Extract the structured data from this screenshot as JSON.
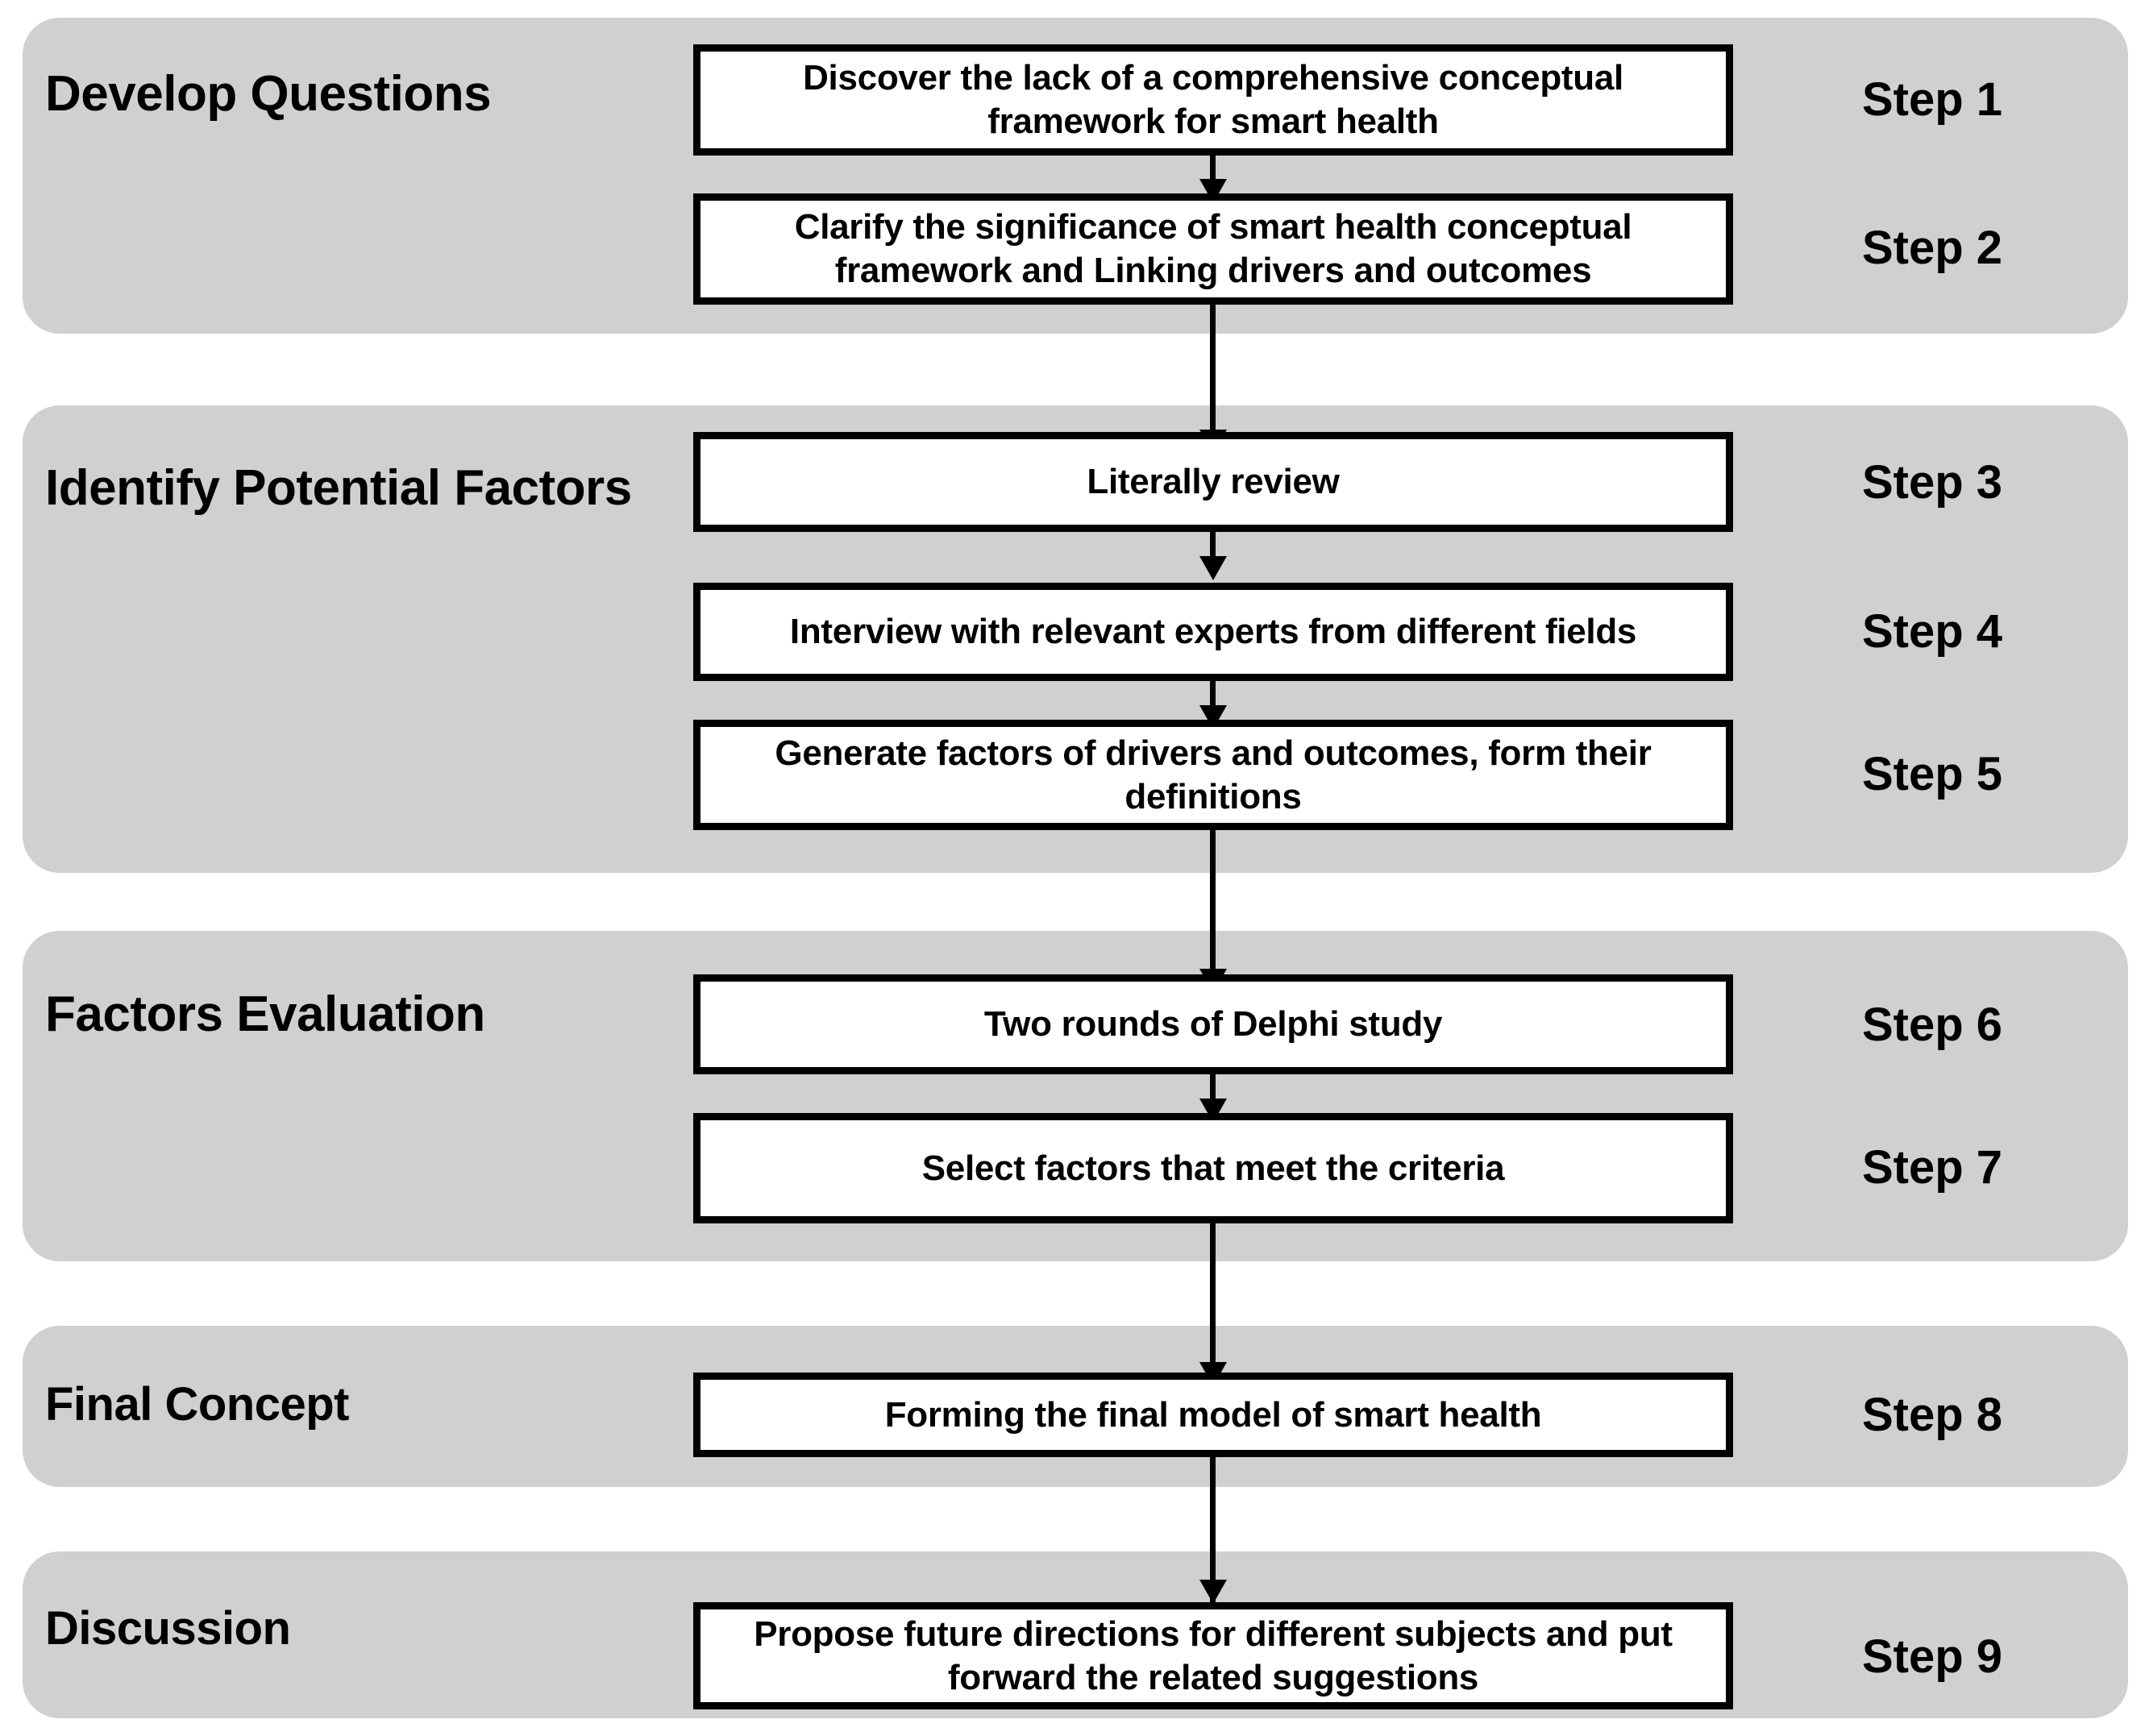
{
  "diagram": {
    "title": "Research methodology flowchart for smart health conceptual framework",
    "colors": {
      "panel_background": "#d0d0d0",
      "box_background": "#ffffff",
      "box_border": "#000000",
      "text": "#000000",
      "page_background": "#ffffff"
    },
    "stages": [
      {
        "id": "develop-questions",
        "label": "Develop  Questions"
      },
      {
        "id": "identify-potential-factors",
        "label": "Identify Potential Factors"
      },
      {
        "id": "factors-evaluation",
        "label": "Factors Evaluation"
      },
      {
        "id": "final-concept",
        "label": "Final Concept"
      },
      {
        "id": "discussion",
        "label": "Discussion"
      }
    ],
    "steps": [
      {
        "number": "Step 1",
        "text_lines": [
          "Discover the lack of a comprehensive conceptual",
          "framework for smart health"
        ],
        "text": "Discover the lack of a comprehensive conceptual framework for smart health"
      },
      {
        "number": "Step 2",
        "text_lines": [
          "Clarify the significance of smart health conceptual",
          "framework and Linking drivers and outcomes"
        ],
        "text": "Clarify the significance of smart health conceptual framework and Linking drivers and outcomes"
      },
      {
        "number": "Step 3",
        "text_lines": [
          "Literally review"
        ],
        "text": "Literally review"
      },
      {
        "number": "Step 4",
        "text_lines": [
          "Interview with relevant experts from different fields"
        ],
        "text": "Interview with relevant experts from different fields"
      },
      {
        "number": "Step 5",
        "text_lines": [
          "Generate factors of drivers and outcomes, form their",
          "definitions"
        ],
        "text": "Generate factors of drivers and outcomes, form their definitions"
      },
      {
        "number": "Step 6",
        "text_lines": [
          "Two rounds of Delphi study"
        ],
        "text": "Two rounds of Delphi study"
      },
      {
        "number": "Step 7",
        "text_lines": [
          "Select factors that meet the criteria"
        ],
        "text": "Select factors that meet the criteria"
      },
      {
        "number": "Step 8",
        "text_lines": [
          "Forming the final model of smart health"
        ],
        "text": "Forming the final model of smart health"
      },
      {
        "number": "Step 9",
        "text_lines": [
          "Propose future directions for different subjects",
          "and put forward the related suggestions"
        ],
        "text": "Propose future directions for different subjects and put forward the related suggestions"
      }
    ]
  }
}
